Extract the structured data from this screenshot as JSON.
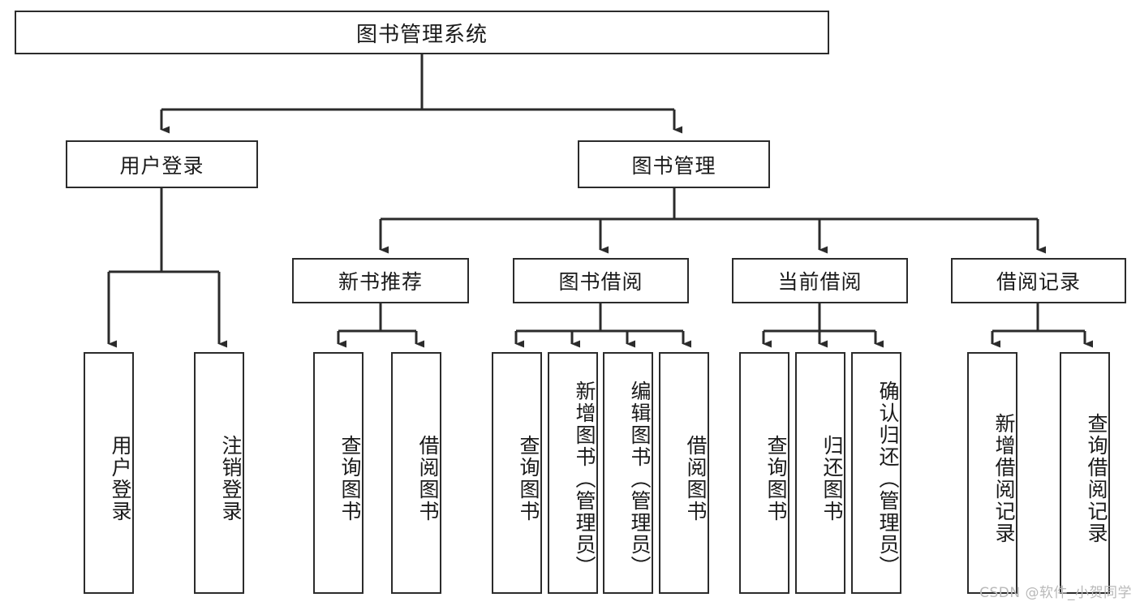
{
  "diagram": {
    "title": "图书管理系统",
    "type": "tree",
    "watermark": "CSDN @软件_小贺同学",
    "colors": {
      "box_border": "#2b2b2b",
      "box_fill": "#ffffff",
      "connector": "#2b2b2b",
      "text": "#1a1a1a",
      "watermark": "#b9b9b9"
    },
    "root": {
      "label": "图书管理系统"
    },
    "level2": [
      {
        "label": "用户登录"
      },
      {
        "label": "图书管理"
      }
    ],
    "level3": [
      {
        "label": "新书推荐"
      },
      {
        "label": "图书借阅"
      },
      {
        "label": "当前借阅"
      },
      {
        "label": "借阅记录"
      }
    ],
    "leaves": {
      "user_login": [
        {
          "label": "用户登录"
        },
        {
          "label": "注销登录"
        }
      ],
      "new_book_recommend": [
        {
          "label": "查询图书"
        },
        {
          "label": "借阅图书"
        }
      ],
      "book_borrow": [
        {
          "label": "查询图书"
        },
        {
          "label": "新增图书（管理员）"
        },
        {
          "label": "编辑图书（管理员）"
        },
        {
          "label": "借阅图书"
        }
      ],
      "current_borrow": [
        {
          "label": "查询图书"
        },
        {
          "label": "归还图书"
        },
        {
          "label": "确认归还（管理员）"
        }
      ],
      "borrow_record": [
        {
          "label": "新增借阅记录"
        },
        {
          "label": "查询借阅记录"
        }
      ]
    }
  }
}
